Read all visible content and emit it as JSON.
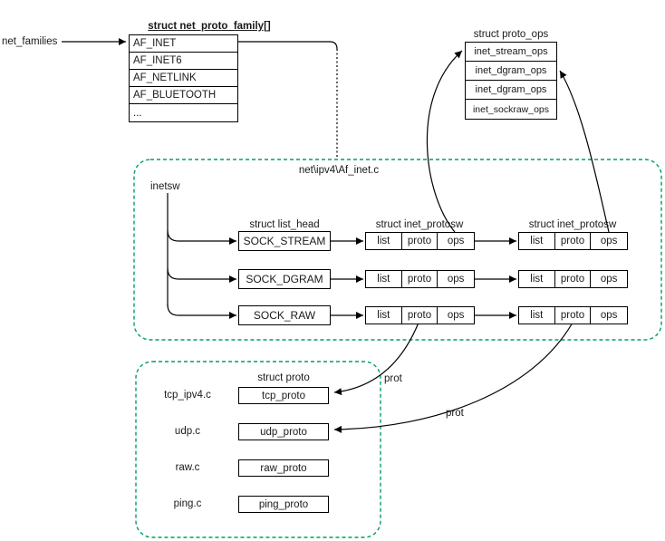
{
  "colors": {
    "line": "#000000",
    "dashed_box": "#00a05f",
    "text": "#1a1a1a"
  },
  "net_families_label": "net_families",
  "family_table": {
    "title": "struct net_proto_family[]",
    "rows": [
      "AF_INET",
      "AF_INET6",
      "AF_NETLINK",
      "AF_BLUETOOTH",
      "..."
    ]
  },
  "proto_ops_table": {
    "title": "struct proto_ops",
    "rows": [
      "inet_stream_ops",
      "inet_dgram_ops",
      "inet_dgram_ops",
      "inet_sockraw_ops"
    ]
  },
  "af_inet_container": {
    "label": "net\\ipv4\\Af_inet.c",
    "inetsw_label": "inetsw",
    "list_head_title": "struct list_head",
    "protosw_title_left": "struct inet_protosw",
    "protosw_title_right": "struct inet_protosw",
    "sock_rows": [
      "SOCK_STREAM",
      "SOCK_DGRAM",
      "SOCK_RAW"
    ],
    "protosw_cells": [
      "list",
      "proto",
      "ops"
    ]
  },
  "proto_container": {
    "title": "struct proto",
    "files": [
      "tcp_ipv4.c",
      "udp.c",
      "raw.c",
      "ping.c"
    ],
    "protos": [
      "tcp_proto",
      "udp_proto",
      "raw_proto",
      "ping_proto"
    ]
  },
  "arrow_labels": {
    "prot_tcp": "prot",
    "prot_udp": "prot"
  }
}
